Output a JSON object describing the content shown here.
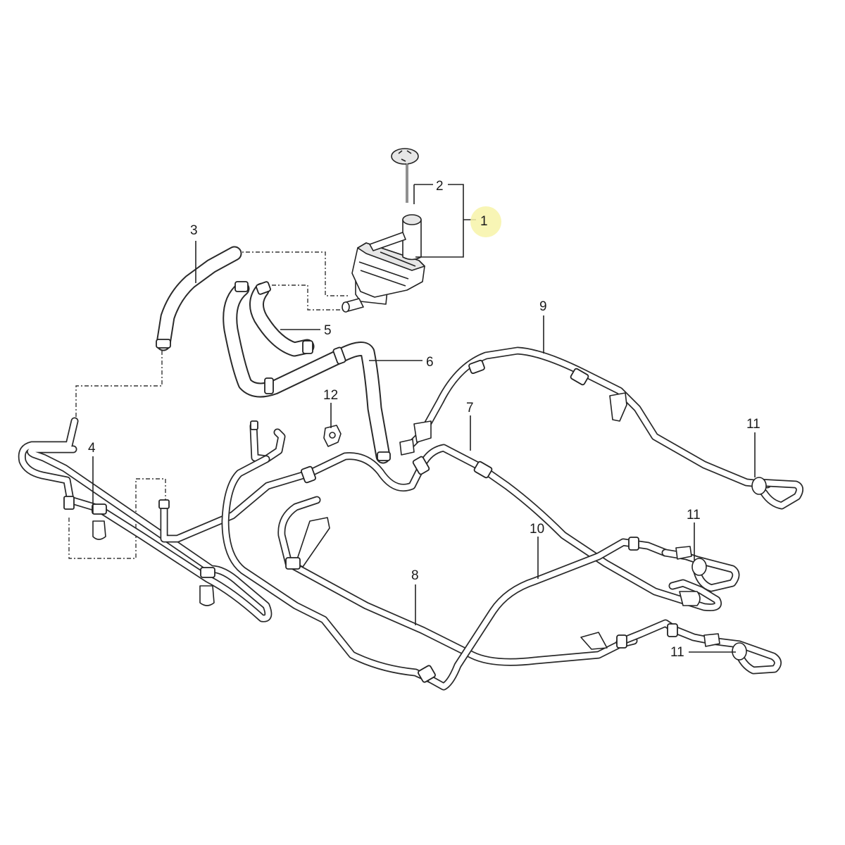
{
  "callouts": {
    "c1": "1",
    "c2": "2",
    "c3": "3",
    "c4": "4",
    "c5": "5",
    "c6": "6",
    "c7": "7",
    "c8": "8",
    "c9": "9",
    "c10": "10",
    "c11a": "11",
    "c11b": "11",
    "c11c": "11",
    "c12": "12"
  },
  "colors": {
    "line": "#2a2a2a",
    "highlight": "#f7f3a8"
  }
}
